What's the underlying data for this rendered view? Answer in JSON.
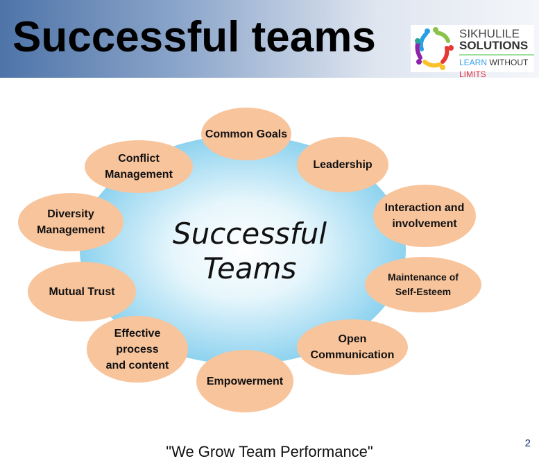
{
  "header": {
    "title": "Successful teams"
  },
  "logo": {
    "line1": "SIKHULILE",
    "line2": "SOLUTIONS",
    "tagline": [
      "LEARN ",
      "WITHOUT ",
      "LIMITS"
    ]
  },
  "diagram": {
    "center": "Successful\nTeams",
    "nodes": [
      "Common Goals",
      "Leadership",
      "Interaction and\ninvolvement",
      "Maintenance of\nSelf-Esteem",
      "Open\nCommunication",
      "Empowerment",
      "Effective\nprocess\nand content",
      "Mutual Trust",
      "Diversity\nManagement",
      "Conflict\nManagement"
    ]
  },
  "footer": {
    "tagline": "\"We Grow Team Performance\"",
    "page_number": "2"
  }
}
